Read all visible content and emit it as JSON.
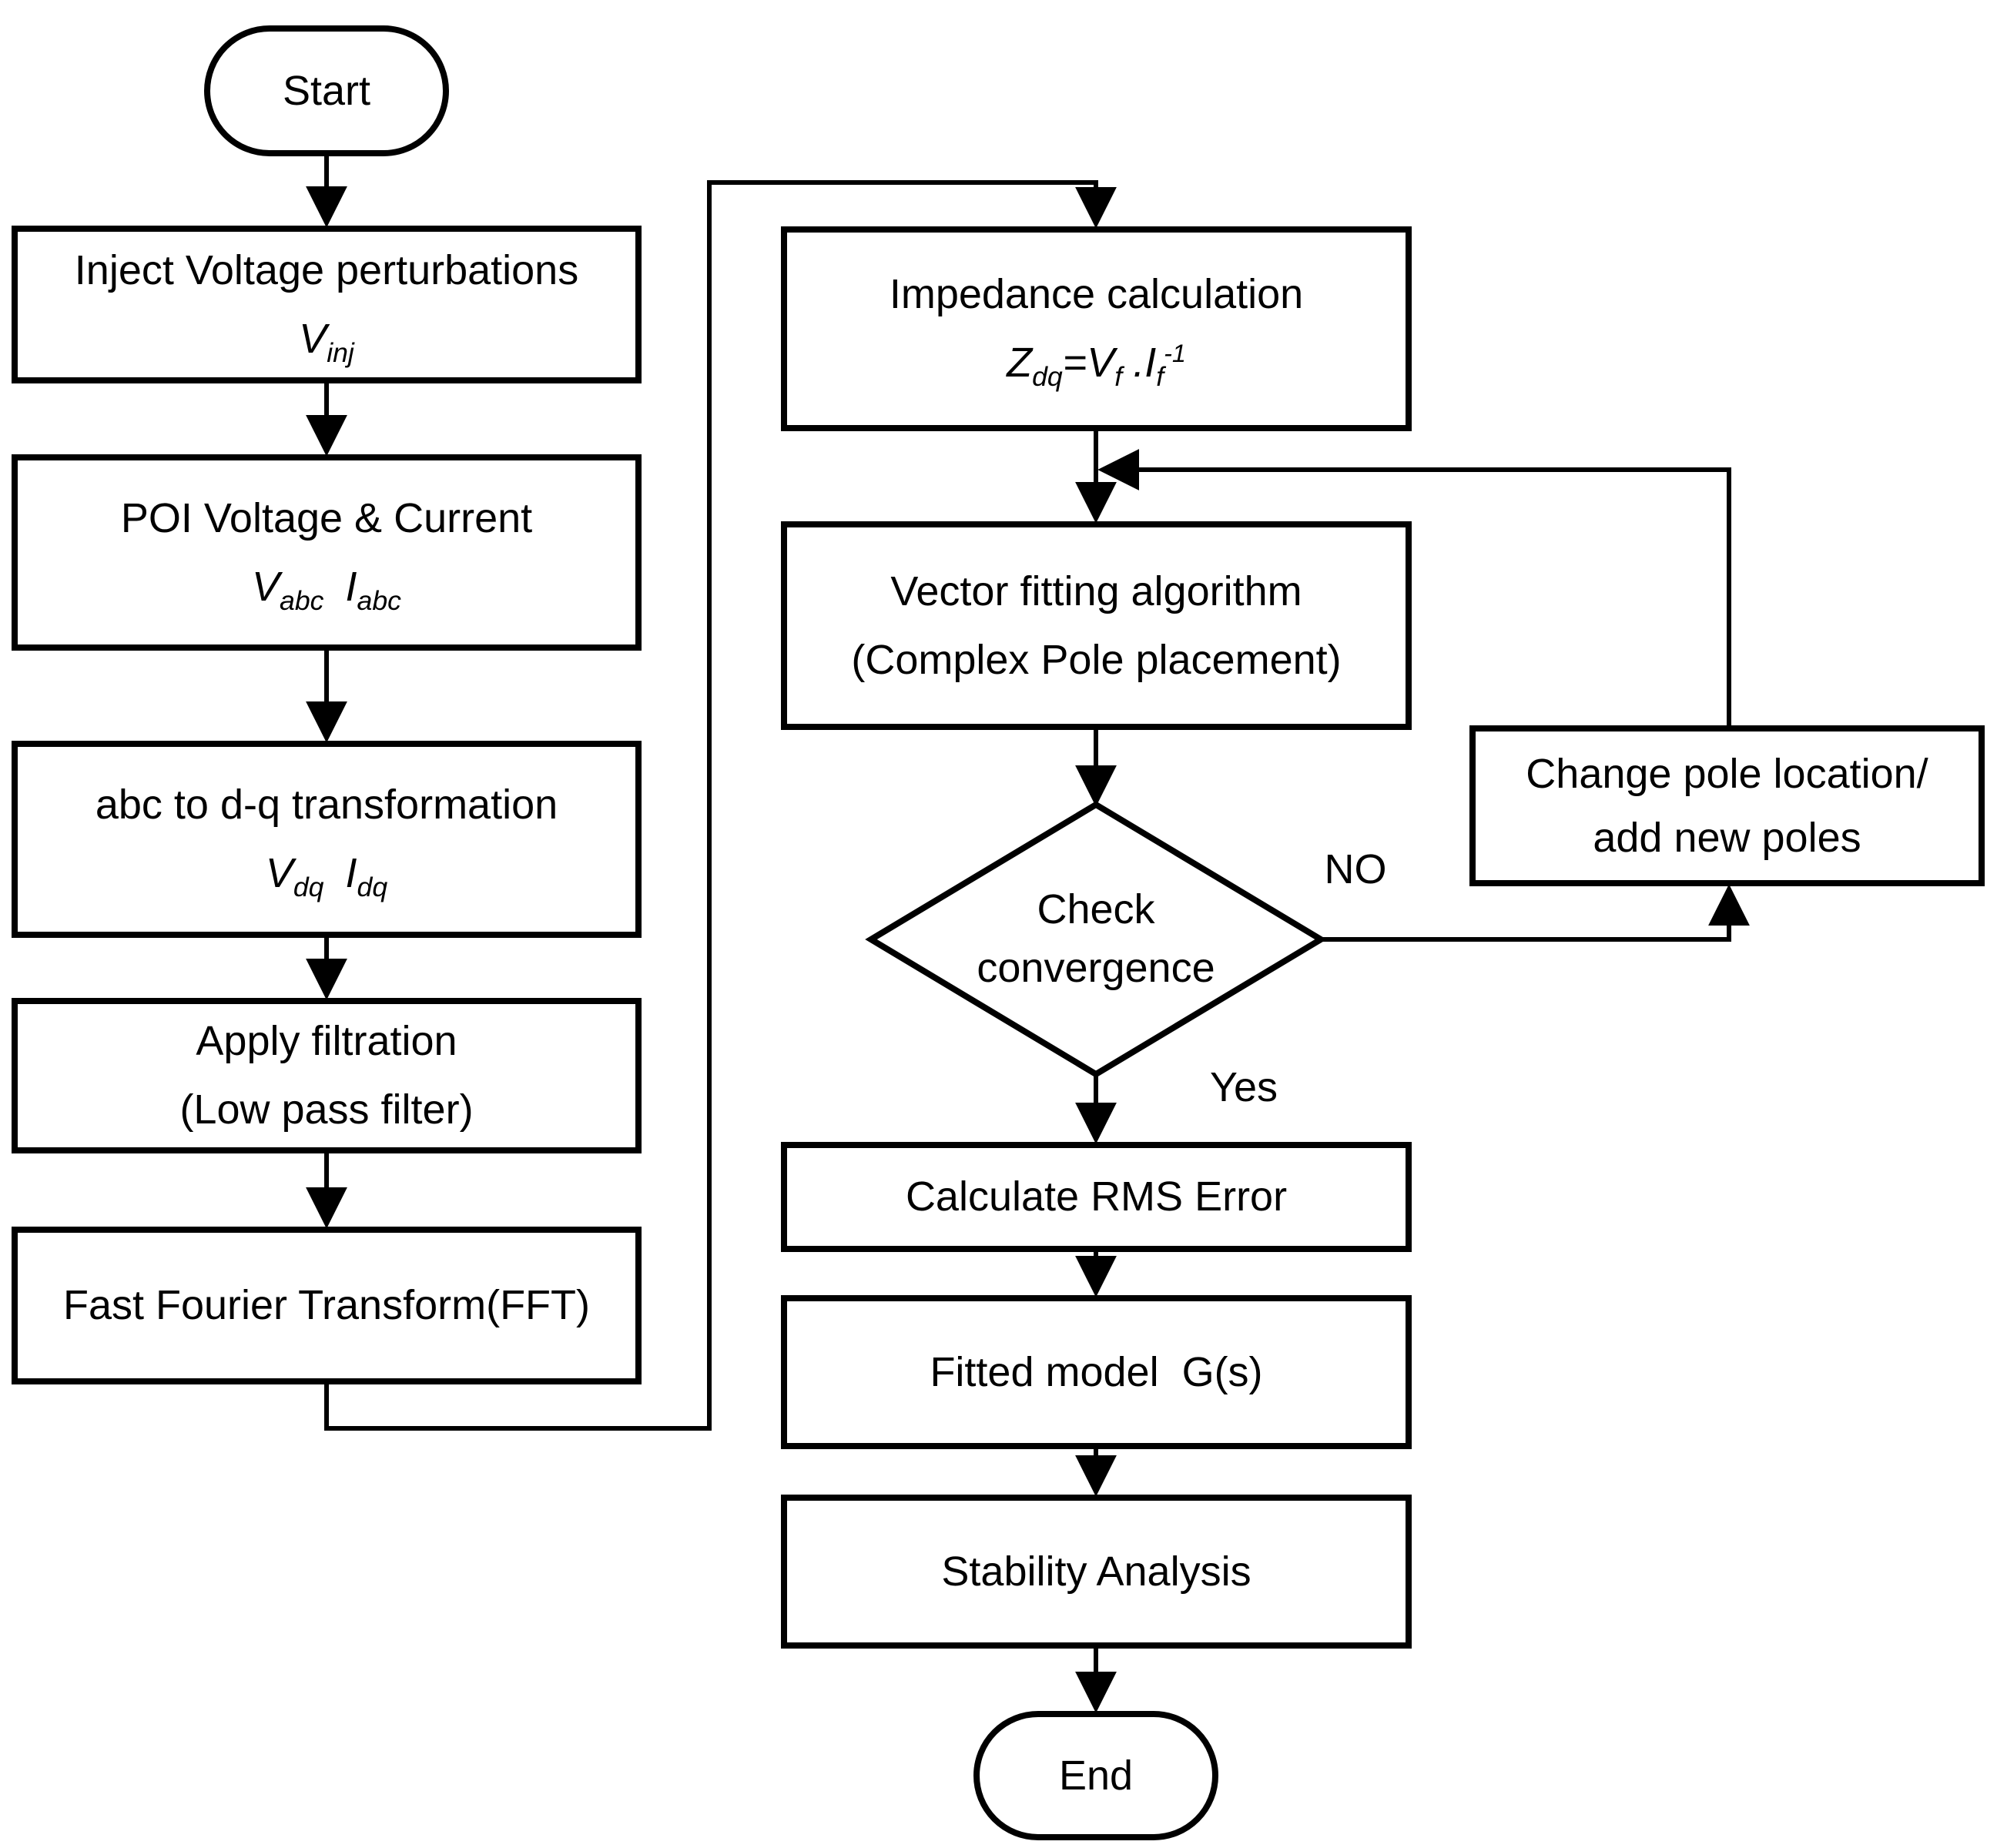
{
  "nodes": {
    "start": {
      "label": "Start"
    },
    "inject": {
      "title": "Inject Voltage perturbations",
      "f1": "V",
      "f1sub": "inj"
    },
    "poi": {
      "title": "POI Voltage & Current",
      "f1": "V",
      "f1sub": "abc",
      "f2": "I",
      "f2sub": "abc"
    },
    "abcdq": {
      "title": "abc to d-q transformation",
      "f1": "V",
      "f1sub": "dq",
      "f2": "I",
      "f2sub": "dq"
    },
    "filter": {
      "line1": "Apply filtration",
      "line2": "(Low pass filter)"
    },
    "fft": {
      "title": "Fast Fourier Transform(FFT)"
    },
    "impedance": {
      "title": "Impedance calculation",
      "f1": "Z",
      "f1sub": "dq",
      "f2": "=V",
      "f2sub": "f",
      "f3": ".I",
      "f3sub": "f",
      "f3sup": "-1"
    },
    "vector": {
      "line1": "Vector fitting algorithm",
      "line2": "(Complex Pole placement)"
    },
    "check": {
      "line1": "Check",
      "line2": "convergence"
    },
    "changepole": {
      "line1": "Change pole location/",
      "line2": "add new poles"
    },
    "rms": {
      "title": "Calculate RMS Error"
    },
    "fitted": {
      "title": "Fitted model  G(s)"
    },
    "stability": {
      "title": "Stability Analysis"
    },
    "end": {
      "label": "End"
    }
  },
  "edges": {
    "no_label": "NO",
    "yes_label": "Yes"
  },
  "colors": {
    "stroke": "#000000",
    "text": "#000000",
    "background": "#ffffff"
  }
}
